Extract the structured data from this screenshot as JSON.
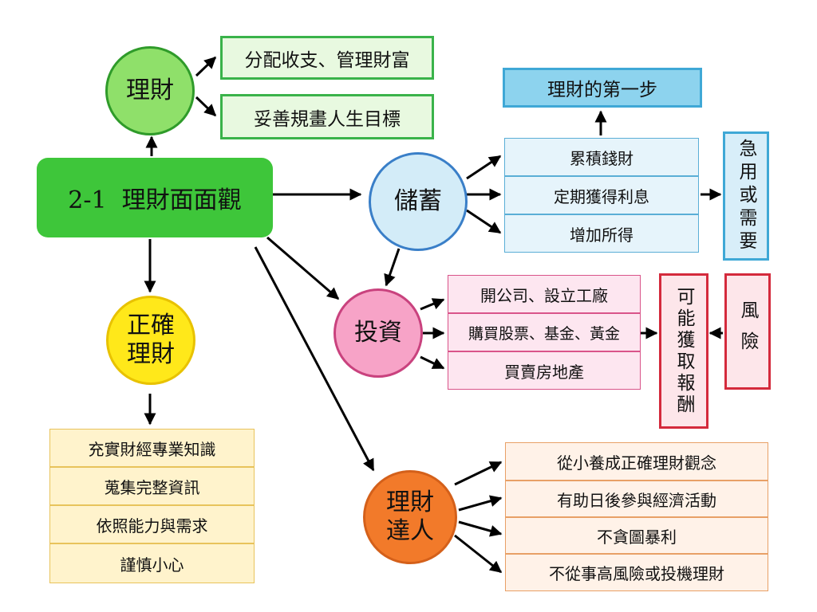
{
  "main": {
    "title": "2-1  理財面面觀"
  },
  "nodes": {
    "licai": "理財",
    "chuxu": "儲蓄",
    "touzi": "投資",
    "zhengque": "正確\n理財",
    "daren": "理財\n達人"
  },
  "licai_items": [
    "分配收支、管理財富",
    "妥善規畫人生目標"
  ],
  "first_step": "理財的第一步",
  "chuxu_items": [
    "累積錢財",
    "定期獲得利息",
    "增加所得"
  ],
  "emergency": "急用或需要",
  "touzi_items": [
    "開公司、設立工廠",
    "購買股票、基金、黃金",
    "買賣房地產"
  ],
  "reward": "可能獲取報酬",
  "risk": "風險",
  "zhengque_items": [
    "充實財經專業知識",
    "蒐集完整資訊",
    "依照能力與需求",
    "謹慎小心"
  ],
  "daren_items": [
    "從小養成正確理財觀念",
    "有助日後參與經濟活動",
    "不貪圖暴利",
    "不從事高風險或投機理財"
  ],
  "colors": {
    "green": "#3ec63a",
    "light_green": "#8fe06a",
    "blue": "#3fa8d6",
    "light_blue": "#e6f4fb",
    "pink": "#f7a3c7",
    "yellow": "#ffe81a",
    "orange": "#f27a2a",
    "red": "#d42a3c"
  }
}
